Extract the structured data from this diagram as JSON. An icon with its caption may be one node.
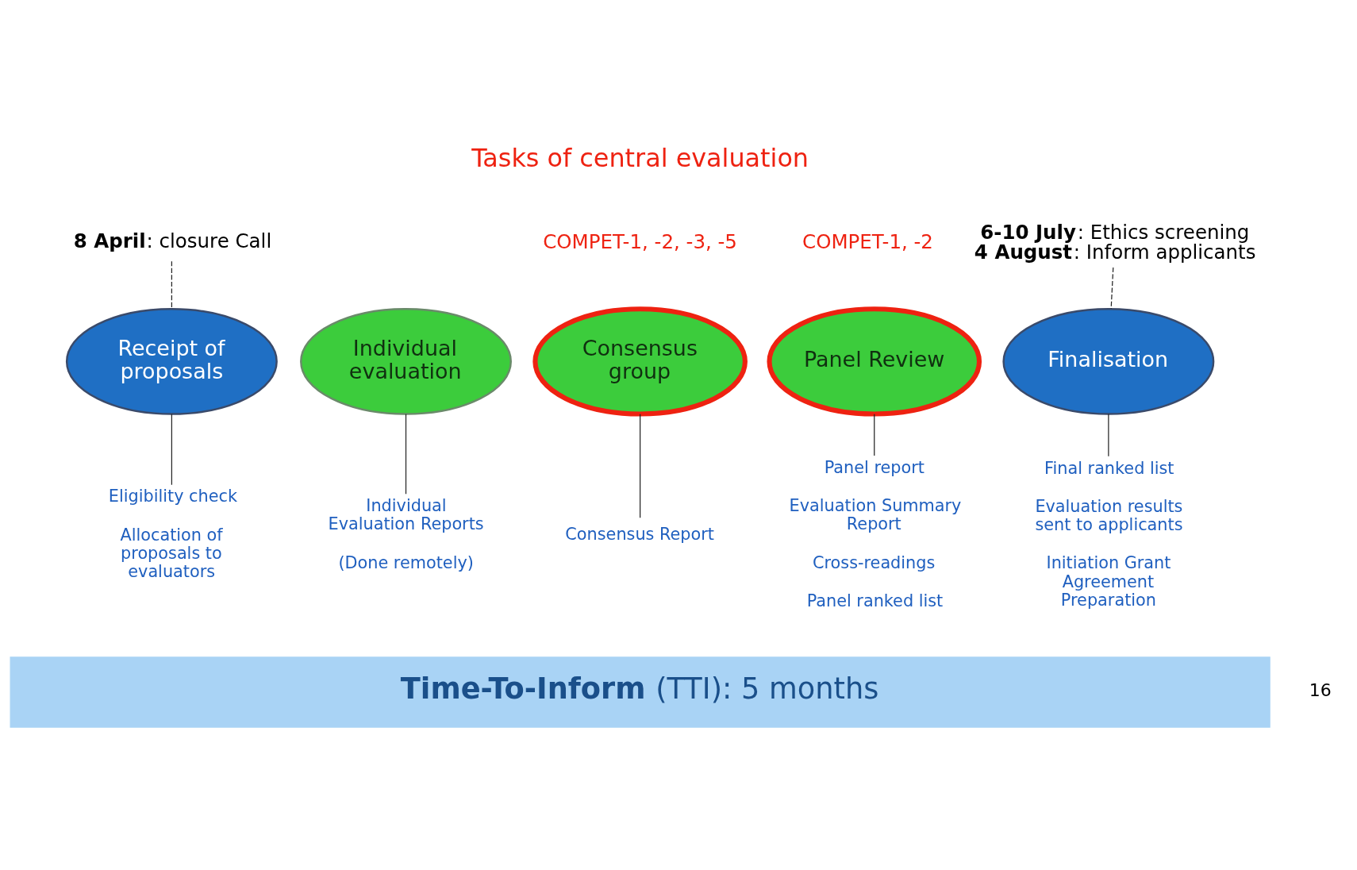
{
  "diagram": {
    "nodes": [
      {
        "text": [
          "**8 April**: closure Call"
        ]
      },
      {
        "text": [
          "**6-10 July**: Ethics screening",
          "**4 August**: Inform applicants"
        ]
      },
      {
        "text": [
          "Receipt of proposals"
        ]
      },
      {
        "text": [
          "Individual evaluation"
        ]
      },
      {
        "text": [
          "Consensus group"
        ],
        "beside": [
          "COMPET-1, -2, -3, -5"
        ]
      },
      {
        "text": [
          "Panel Review"
        ],
        "beside": [
          "COMPET-1, -2"
        ]
      },
      {
        "text": [
          "Finalisation"
        ]
      },
      {
        "text": [
          "Eligibility check",
          "Allocation of proposals to evaluators"
        ]
      },
      {
        "text": [
          "Individual Evaluation Reports",
          "(Done remotely)"
        ]
      },
      {
        "text": [
          "Consensus Report"
        ]
      },
      {
        "text": [
          "Panel report",
          "Evaluation Summary Report",
          "Cross-readings",
          "Panel ranked list"
        ]
      },
      {
        "text": [
          "Final ranked list",
          "Evaluation results sent to applicants",
          "Initiation Grant Agreement Preparation"
        ]
      },
      {
        "text": [
          "**Time-To-Inform** (TTI): 5 months"
        ]
      }
    ],
    "edges": [
      {
        "from": 0,
        "to": 2,
        "arrow": "none",
        "style": "dashed"
      },
      {
        "from": 1,
        "to": 6,
        "arrow": "none",
        "style": "dashed"
      },
      {
        "from": 2,
        "to": 7,
        "arrow": "none"
      },
      {
        "from": 3,
        "to": 8,
        "arrow": "none"
      },
      {
        "from": 4,
        "to": 9,
        "arrow": "none"
      },
      {
        "from": 5,
        "to": 10,
        "arrow": "none"
      },
      {
        "from": 6,
        "to": 11,
        "arrow": "none"
      }
    ],
    "labels": [
      "Tasks of central evaluation",
      "16"
    ]
  }
}
